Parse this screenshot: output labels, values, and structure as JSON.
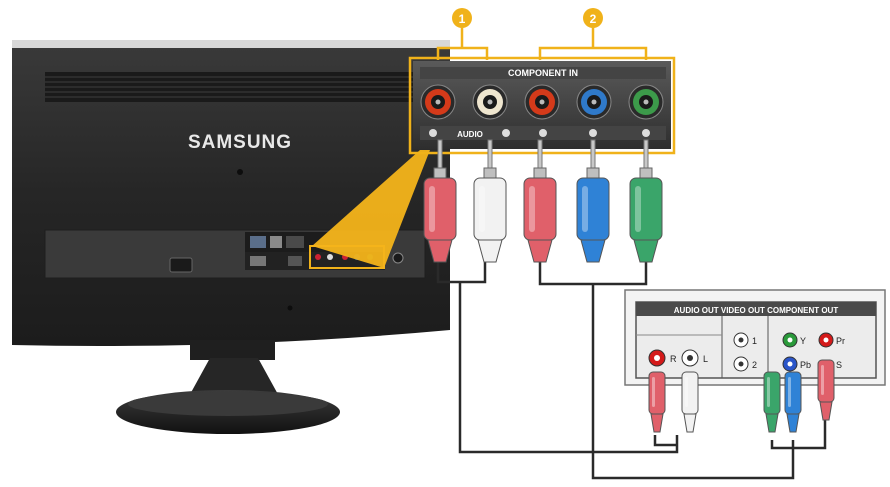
{
  "brand": "SAMSUNG",
  "callouts": {
    "first": "1",
    "second": "2"
  },
  "panel": {
    "title": "COMPONENT IN",
    "audio_label": "AUDIO",
    "jacks": [
      {
        "role": "audio-right",
        "color": "#d43a1a"
      },
      {
        "role": "audio-left",
        "color": "#efe6cf"
      },
      {
        "role": "video-pr",
        "color": "#d43a1a"
      },
      {
        "role": "video-pb",
        "color": "#2f79c9"
      },
      {
        "role": "video-y",
        "color": "#3c9a4a"
      }
    ]
  },
  "plugs": [
    {
      "role": "audio-right",
      "color": "#e0606a"
    },
    {
      "role": "audio-left",
      "color": "#f2f2f2"
    },
    {
      "role": "video-pr",
      "color": "#e0606a"
    },
    {
      "role": "video-pb",
      "color": "#2f82d6"
    },
    {
      "role": "video-y",
      "color": "#3aa56a"
    }
  ],
  "device": {
    "header": "AUDIO OUT  VIDEO OUT  COMPONENT OUT",
    "label_r": "R",
    "label_l": "L",
    "label_1": "1",
    "label_2": "2",
    "label_y": "Y",
    "label_pr": "Pr",
    "label_pb": "Pb",
    "label_s": "S"
  },
  "colors": {
    "accent": "#f0b21a",
    "monitor": "#2b2b2b"
  }
}
